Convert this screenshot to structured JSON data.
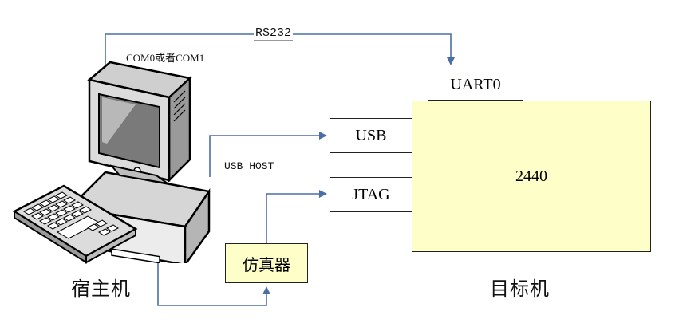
{
  "labels": {
    "rs232": "RS232",
    "com_port": "COM0或者COM1",
    "usb_host": "USB HOST",
    "host": "宿主机",
    "target": "目标机"
  },
  "boxes": {
    "uart": "UART0",
    "usb": "USB",
    "jtag": "JTAG",
    "cpu": "2440",
    "emulator": "仿真器"
  },
  "colors": {
    "connector_line": "#4a6fa5",
    "cpu_fill": "#fefec8",
    "emulator_fill": "#fefec8",
    "port_fill": "#ffffff",
    "outline": "#222222"
  },
  "icons": {
    "host_computer": "desktop-computer-icon",
    "keyboard": "keyboard-icon"
  }
}
